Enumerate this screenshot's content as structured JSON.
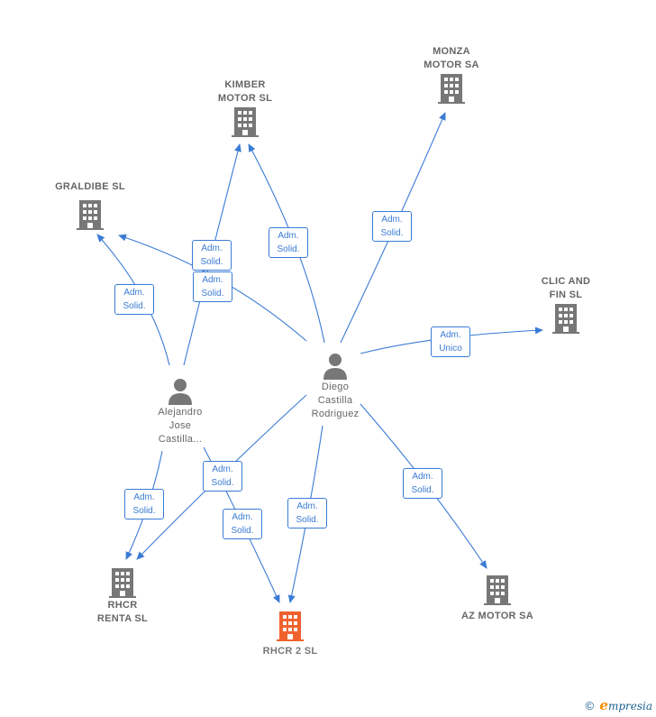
{
  "nodes": {
    "kimber": {
      "label": "KIMBER\nMOTOR  SL",
      "kind": "company"
    },
    "monza": {
      "label": "MONZA\nMOTOR SA",
      "kind": "company"
    },
    "graldibe": {
      "label": "GRALDIBE  SL",
      "kind": "company"
    },
    "clic": {
      "label": "CLIC AND\nFIN  SL",
      "kind": "company"
    },
    "diego": {
      "label": "Diego\nCastilla\nRodriguez",
      "kind": "person"
    },
    "alejandro": {
      "label": "Alejandro\nJose\nCastilla...",
      "kind": "person"
    },
    "rhcr_renta": {
      "label": "RHCR\nRENTA  SL",
      "kind": "company"
    },
    "rhcr2": {
      "label": "RHCR 2  SL",
      "kind": "company-highlight"
    },
    "az": {
      "label": "AZ MOTOR SA",
      "kind": "company"
    }
  },
  "relations": {
    "r1": {
      "line1": "Adm.",
      "line2": "Solid."
    },
    "r2": {
      "line1": "Adm.",
      "line2": "Solid."
    },
    "r3": {
      "line1": "Adm.",
      "line2": "Solid."
    },
    "r4": {
      "line1": "Adm.",
      "line2": "Solid."
    },
    "r5": {
      "line1": "Adm.",
      "line2": "Solid."
    },
    "r6": {
      "line1": "Adm.",
      "line2": "Unico"
    },
    "r7": {
      "line1": "Adm.",
      "line2": "Solid."
    },
    "r8": {
      "line1": "Adm.",
      "line2": "Solid."
    },
    "r9": {
      "line1": "Adm.",
      "line2": "Solid."
    },
    "r10": {
      "line1": "Adm.",
      "line2": "Solid."
    },
    "r11": {
      "line1": "Adm.",
      "line2": "Solid."
    }
  },
  "colors": {
    "edge": "#3a7bd5",
    "company_icon": "#777777",
    "highlight_icon": "#f0622d",
    "person_icon": "#777777"
  },
  "footer": {
    "copyright": "©",
    "brand_e": "e",
    "brand_rest": "mpresia"
  }
}
